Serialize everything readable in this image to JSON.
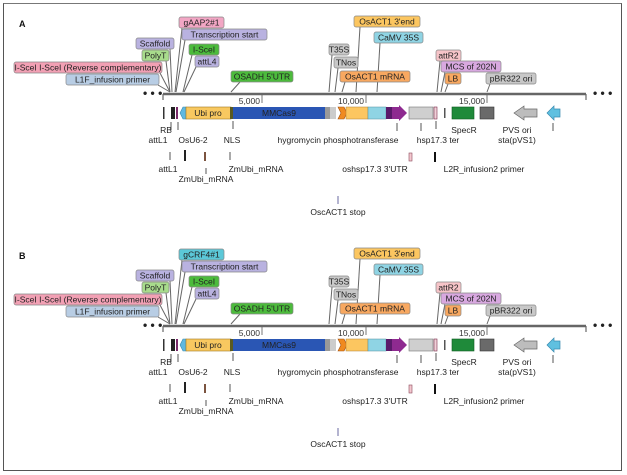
{
  "figure": {
    "panels": [
      {
        "letter": "A",
        "guide_label": "gAAP2#1",
        "guide_color": "#f2a6c4"
      },
      {
        "letter": "B",
        "guide_label": "gCRF4#1",
        "guide_color": "#5bc8d8"
      }
    ],
    "ellipsis": "• • •",
    "scale_ticks": [
      {
        "label": "5,000",
        "bp": 5000
      },
      {
        "label": "10,000",
        "bp": 10000
      },
      {
        "label": "15,000",
        "bp": 15000
      }
    ],
    "top_tags": [
      {
        "id": "guide",
        "label": "",
        "color": "#f2a6c4"
      },
      {
        "id": "transcription-start",
        "label": "Transcription start",
        "color": "#b9b2e0"
      },
      {
        "id": "scaffold",
        "label": "Scaffold",
        "color": "#b9b2e0"
      },
      {
        "id": "i-scei",
        "label": "I-SceI",
        "color": "#4cbb3c"
      },
      {
        "id": "polyt",
        "label": "PolyT",
        "color": "#a8dc8c"
      },
      {
        "id": "attl4",
        "label": "attL4",
        "color": "#b9b2e0"
      },
      {
        "id": "i-scei-rc",
        "label": "I-SceI I-SceI (Reverse complementary)",
        "color": "#f2a0b4"
      },
      {
        "id": "l1f-primer",
        "label": "L1F_infusion primer",
        "color": "#b8cde4"
      },
      {
        "id": "osadh-5utr",
        "label": "OSADH 5'UTR",
        "color": "#4cbb3c"
      },
      {
        "id": "osact1-3end",
        "label": "OsACT1 3'end",
        "color": "#fcc660"
      },
      {
        "id": "camv-35s",
        "label": "CaMV 35S",
        "color": "#8fd4e4"
      },
      {
        "id": "t35s",
        "label": "T35S",
        "color": "#c8c8c8"
      },
      {
        "id": "tnos",
        "label": "TNos",
        "color": "#c8c8c8"
      },
      {
        "id": "attr2",
        "label": "attR2",
        "color": "#f6c4c8"
      },
      {
        "id": "mcs-202n",
        "label": "MCS of 202N",
        "color": "#d8a8e0"
      },
      {
        "id": "osact1-mrna",
        "label": "OsACT1 mRNA",
        "color": "#f8a860"
      },
      {
        "id": "lb",
        "label": "LB",
        "color": "#f8a860"
      },
      {
        "id": "pbr322-ori",
        "label": "pBR322 ori",
        "color": "#c8c8c8"
      }
    ],
    "features": [
      {
        "label": "Ubi pro",
        "color": "#f8c860"
      },
      {
        "label": "MMCas9",
        "color": "#2a56b4"
      },
      {
        "label": "hygromycin phosphotransferase",
        "color": "#8e2a90"
      },
      {
        "label": "SpecR",
        "color": "#1f8a3a"
      }
    ],
    "bottom_labels_row1": [
      {
        "id": "rb",
        "label": "RB"
      },
      {
        "id": "attl1-a",
        "label": "attL1"
      },
      {
        "id": "osu6-2",
        "label": "OsU6-2"
      },
      {
        "id": "nls",
        "label": "NLS"
      },
      {
        "id": "hygromycin",
        "label": "hygromycin phosphotransferase"
      },
      {
        "id": "specr",
        "label": "SpecR"
      },
      {
        "id": "hsp173-ter",
        "label": "hsp17.3 ter"
      },
      {
        "id": "pvs-ori",
        "label": "PVS ori"
      },
      {
        "id": "sta-pvs1",
        "label": "sta(pVS1)"
      }
    ],
    "bottom_labels_row2": [
      {
        "id": "attl1-b",
        "label": "attL1"
      },
      {
        "id": "zmubi-mrna-a",
        "label": "ZmUbi_mRNA"
      },
      {
        "id": "zmubi-mrna-b",
        "label": "ZmUbi_mRNA"
      },
      {
        "id": "oshsp173-3utr",
        "label": "oshsp17.3 3'UTR"
      },
      {
        "id": "l2r-primer",
        "label": "L2R_infusion2 primer"
      }
    ],
    "bottom_labels_row3": [
      {
        "id": "oscact1-stop",
        "label": "OscACT1 stop"
      }
    ]
  }
}
